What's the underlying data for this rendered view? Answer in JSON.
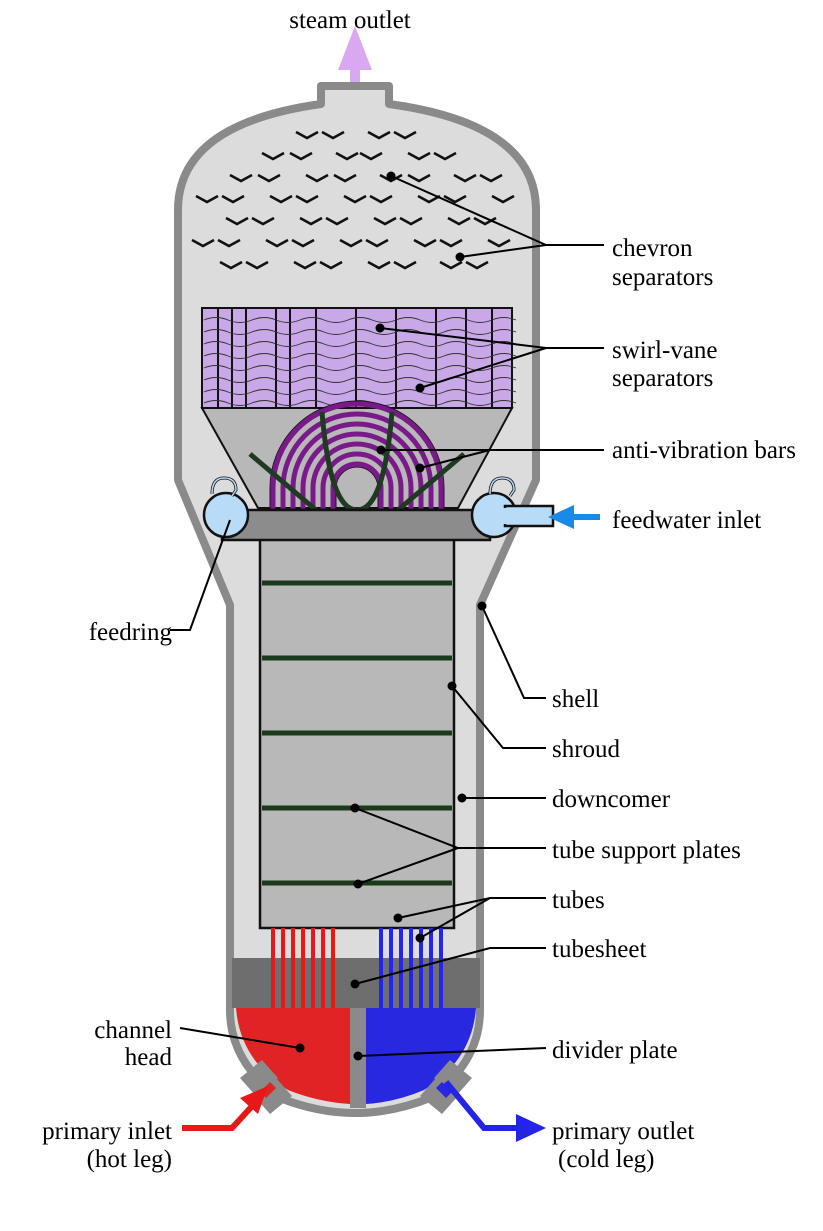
{
  "labels": {
    "steam_outlet": "steam outlet",
    "chevron_1": "chevron",
    "chevron_2": "separators",
    "swirl_1": "swirl-vane",
    "swirl_2": "separators",
    "anti_vibration": "anti-vibration bars",
    "feedwater_inlet": "feedwater inlet",
    "feedring": "feedring",
    "shell": "shell",
    "shroud": "shroud",
    "downcomer": "downcomer",
    "tube_support_plates": "tube support plates",
    "tubes": "tubes",
    "tubesheet": "tubesheet",
    "channel_head_1": "channel",
    "channel_head_2": "head",
    "divider_plate": "divider plate",
    "primary_inlet_1": "primary inlet",
    "primary_inlet_2": "(hot leg)",
    "primary_outlet_1": "primary outlet",
    "primary_outlet_2": "(cold leg)"
  },
  "colors": {
    "shell_fill": "#dcdcdc",
    "shell_stroke": "#8a8a8a",
    "shroud_fill": "#b8b8b8",
    "tubesheet": "#6e6e6e",
    "swirl_vane": "#c9a8e8",
    "hot_leg": "#e02020",
    "cold_leg": "#2828e0",
    "tube_hot": "#b0103a",
    "tube_cold": "#4010c0",
    "u_bend": "#7a1a8a",
    "feedwater_arrow": "#1a8ae8",
    "steam_arrow": "#d8a8f0",
    "support_plates": "#1a3a1a",
    "feedring": "#b8dcf8"
  }
}
